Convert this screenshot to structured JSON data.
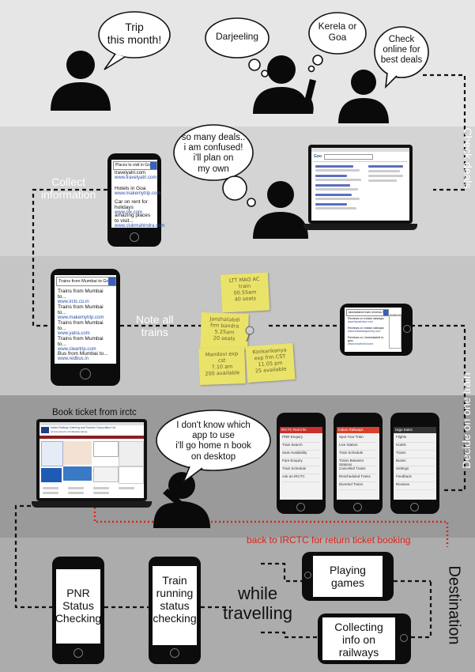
{
  "bubbles": {
    "trip": "Trip\nthis month!",
    "darjeeling": "Darjeeling",
    "kerela": "Kerela or\nGoa",
    "check": "Check\nonline for\nbest deals",
    "confused": "so many deals..\ni am confused!\ni'll plan on\nmy own",
    "dont_know": "I don't know which\napp to use\ni'll go home n book\non desktop"
  },
  "labels": {
    "check_deals": "Check deals",
    "collect_info": "Collect\ninformation",
    "note_trains": "Note all\ntrains",
    "decide_train": "Decide on one train",
    "book_ticket": "Book ticket from irctc",
    "back_irctc": "back to IRCTC for  return ticket booking",
    "destination": "Destination",
    "while_travelling": "while\ntravelling"
  },
  "phone_goa": {
    "search": "Places to visit in Goa",
    "results": [
      {
        "title": "",
        "url": "travelyatri.com"
      },
      {
        "title": "",
        "url": "www.travelyatri.com"
      },
      {
        "title": "Hotels in Goa",
        "url": "www.makemytrip.com"
      },
      {
        "title": "Car on rent for holidays",
        "url": "www.olx.com"
      },
      {
        "title": "amazing places to visit...",
        "url": "www.clubmahindra.com"
      }
    ]
  },
  "phone_trains": {
    "search": "Trains from Mumbai to Goa",
    "results": [
      {
        "title": "Trains from Mumbai to...",
        "url": "www.irctc.co.in"
      },
      {
        "title": "Trains from Mumbai to...",
        "url": "www.makemytrip.com"
      },
      {
        "title": "Trains from Mumbai to...",
        "url": "www.yatra.com"
      },
      {
        "title": "Trains from Mumbai to...",
        "url": "www.cleartrip.com"
      },
      {
        "title": "Bus from Mumbai to...",
        "url": "www.redbus.in"
      }
    ]
  },
  "phone_janshatabdi": {
    "search": "Janshatabdi train reviews fr",
    "google_ads": "Google ads",
    "results": [
      {
        "title": "Reviews on indian railways",
        "url": "www.tripadvisor.com"
      },
      {
        "title": "Reviews on Indian railways",
        "url": "www.indiatrainjourney.com"
      },
      {
        "title": "Reviews on Janshatabdi to goa..",
        "url": "www.mouthshut.com"
      }
    ]
  },
  "notes": [
    "LTT MAO AC\ntrain\n00.55am\n40 seats",
    "Janshatabdi\nfrm bandra\n5.25am\n20 seats",
    "Mandovi exp\ncst\n7.10 am\n200 available",
    "Konkankanya\nexp frm CST\n11.05 pm\n25 available"
  ],
  "irctc_site": {
    "name": "Indian Railway Catering and Tourism Corporation Ltd",
    "sub": "(A Government of India Enterprise)"
  },
  "apps": [
    {
      "title": "IRCTC Rail Info",
      "rows": [
        "PNR Enquiry",
        "Train Search",
        "Seat Availability",
        "Fare Enquiry",
        "Train Schedule",
        "Ask an IRCTC"
      ]
    },
    {
      "title": "Indian Railways",
      "rows": [
        "Spot Your Train",
        "Live Station",
        "Train Schedule",
        "Trains Between Stations",
        "Cancelled Trains",
        "Rescheduled Trains",
        "Diverted Trains"
      ]
    },
    {
      "title": "Ixigo trains",
      "rows": [
        "Flights",
        "Hotels",
        "Trains",
        "Buses",
        "Settings",
        "Feedback",
        "Reviews"
      ]
    }
  ],
  "bottom_phones": {
    "pnr": "PNR\nStatus\nChecking",
    "running": "Train\nrunning\nstatus\nchecking",
    "games": "Playing\ngames",
    "railways": "Collecting\ninfo on\nrailways"
  },
  "colors": {
    "band1": "#e6e6e6",
    "band2": "#d3d3d3",
    "band3": "#c4c4c4",
    "band4": "#989898",
    "band5": "#ababab",
    "note": "#eae36a",
    "red_dotted": "#d9241b",
    "link": "#2a4ea8"
  },
  "icons": {
    "person": "person-icon",
    "search": "search-icon",
    "thumbtack": "thumbtack-icon"
  }
}
